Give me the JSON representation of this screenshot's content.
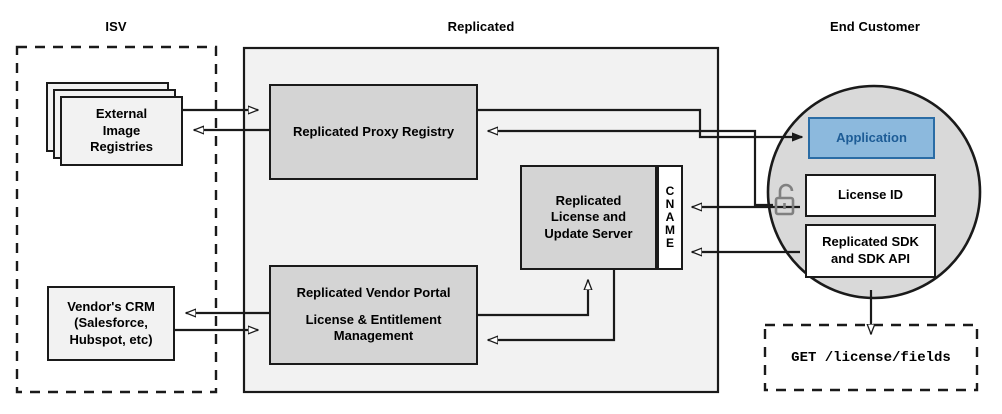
{
  "diagram": {
    "title_zones": [
      {
        "id": "isv",
        "label": "ISV"
      },
      {
        "id": "replicated",
        "label": "Replicated"
      },
      {
        "id": "end_customer",
        "label": "End Customer"
      }
    ],
    "colors": {
      "container_fill": "#f2f2f2",
      "node_fill": "#d4d4d4",
      "circle_fill": "#d9d9d9",
      "application_fill": "#8cb9dd",
      "application_border": "#2a6ca5",
      "application_text": "#1d5c96",
      "stroke": "#1a1a1a",
      "lock_stroke": "#808080"
    },
    "nodes": {
      "external_registries": {
        "label_lines": [
          "External",
          "Image",
          "Registries"
        ],
        "stacked": true,
        "stack_count": 3
      },
      "vendors_crm": {
        "label_lines": [
          "Vendor's CRM",
          "(Salesforce,",
          "Hubspot, etc)"
        ]
      },
      "proxy_registry": {
        "label_lines": [
          "Replicated Proxy Registry"
        ]
      },
      "license_server": {
        "label_lines": [
          "Replicated",
          "License and",
          "Update Server"
        ]
      },
      "cname": {
        "letters": [
          "C",
          "N",
          "A",
          "M",
          "E"
        ],
        "label": "CNAME"
      },
      "vendor_portal": {
        "label_top": "Replicated Vendor Portal",
        "label_bottom_lines": [
          "License & Entitlement",
          "Management"
        ]
      },
      "application": {
        "label": "Application"
      },
      "license_id": {
        "label": "License ID"
      },
      "replicated_sdk": {
        "label_lines": [
          "Replicated SDK",
          "and SDK API"
        ]
      },
      "api_call": {
        "label": "GET /license/fields"
      }
    },
    "icons": {
      "padlock": "unlocked-padlock-icon"
    }
  }
}
